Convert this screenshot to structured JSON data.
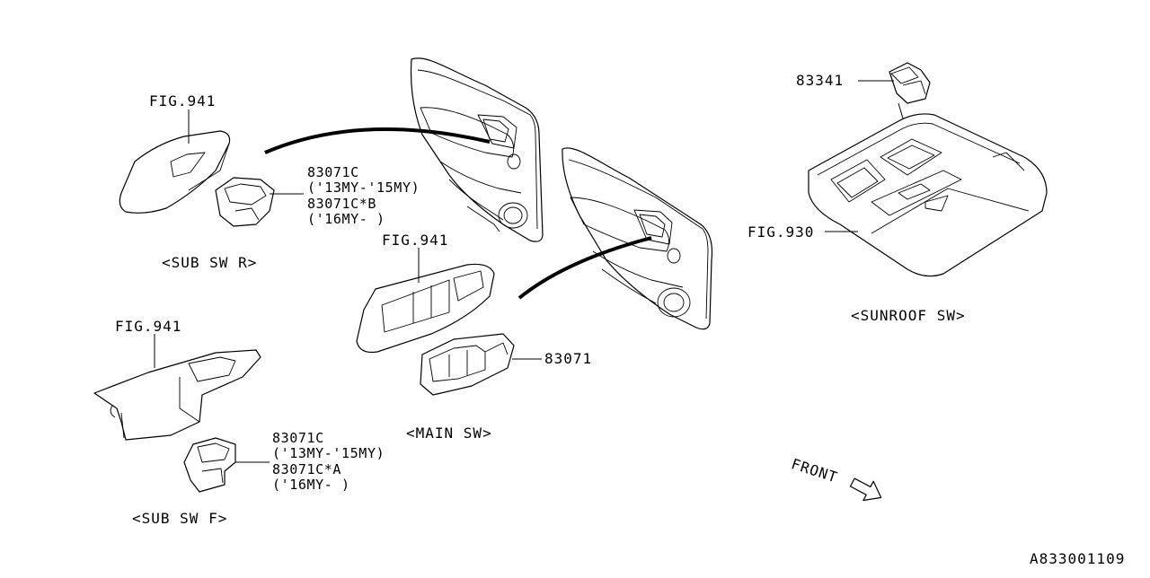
{
  "diagram": {
    "groups": {
      "sub_sw_r": "<SUB SW R>",
      "main_sw": "<MAIN SW>",
      "sub_sw_f": "<SUB SW F>",
      "sunroof_sw": "<SUNROOF SW>"
    },
    "callouts": {
      "fig941_r": "FIG.941",
      "fig941_main": "FIG.941",
      "fig941_f": "FIG.941",
      "fig930": "FIG.930",
      "part_83341": "83341",
      "part_83071": "83071",
      "sub_r_part1": "83071C",
      "sub_r_range1": "('13MY-'15MY)",
      "sub_r_part2": "83071C*B",
      "sub_r_range2": "('16MY- )",
      "sub_f_part1": "83071C",
      "sub_f_range1": "('13MY-'15MY)",
      "sub_f_part2": "83071C*A",
      "sub_f_range2": "('16MY- )"
    },
    "front_label": "FRONT",
    "drawing_id": "A833001109"
  }
}
